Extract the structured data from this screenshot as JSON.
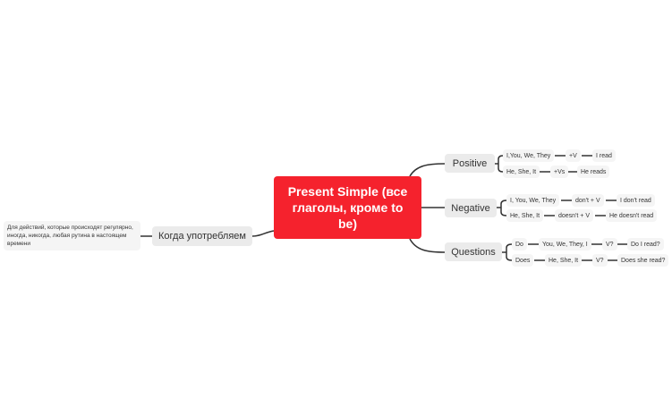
{
  "central": {
    "title": "Present Simple (все глаголы, кроме to be)",
    "color": "#F5222D"
  },
  "left": {
    "label": "Когда употребляем",
    "note": "Для действий, которые происходят регулярно, иногда, никогда, любая рутина в настоящем времени"
  },
  "right": {
    "positive": {
      "label": "Positive",
      "rows": [
        [
          "I,You, We, They",
          "+V",
          "I read"
        ],
        [
          "He, She, It",
          "+Vs",
          "He reads"
        ]
      ]
    },
    "negative": {
      "label": "Negative",
      "rows": [
        [
          "I, You, We, They",
          "don't + V",
          "I don't read"
        ],
        [
          "He, She, It",
          "doesn't + V",
          "He doesn't read"
        ]
      ]
    },
    "questions": {
      "label": "Questions",
      "rows": [
        [
          "Do",
          "You, We, They, I",
          "V?",
          "Do I read?"
        ],
        [
          "Does",
          "He, She, It",
          "V?",
          "Does she read?"
        ]
      ]
    }
  }
}
